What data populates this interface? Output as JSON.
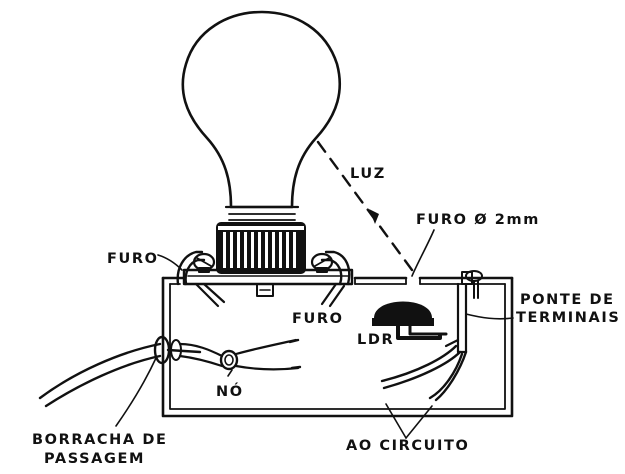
{
  "labels": {
    "luz": "LUZ",
    "furo_hole": "FURO Ø 2mm",
    "furo_left": "FURO",
    "furo_mid": "FURO",
    "ponte_line1": "PONTE DE",
    "ponte_line2": "TERMINAIS",
    "ldr": "LDR",
    "no": "NÓ",
    "borracha_line1": "BORRACHA DE",
    "borracha_line2": "PASSAGEM",
    "ao_circuito": "AO CIRCUITO"
  },
  "colors": {
    "ink": "#111111",
    "paper": "#ffffff"
  }
}
